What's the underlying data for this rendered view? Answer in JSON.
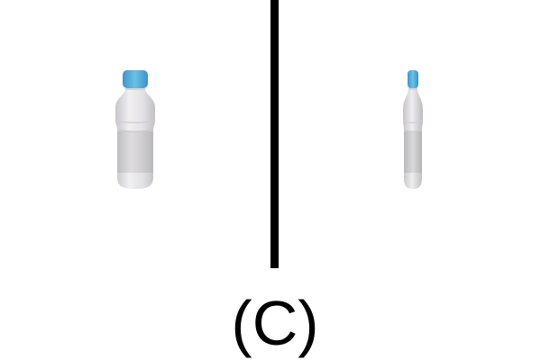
{
  "caption": "(C)",
  "colors": {
    "background": "#ffffff",
    "divider": "#000000",
    "cap": "#4aa8d8",
    "bottle_body": "#e4e2e6"
  },
  "images": [
    {
      "name": "water-bottle-front-view",
      "view": "front"
    },
    {
      "name": "water-bottle-side-view",
      "view": "side"
    }
  ]
}
